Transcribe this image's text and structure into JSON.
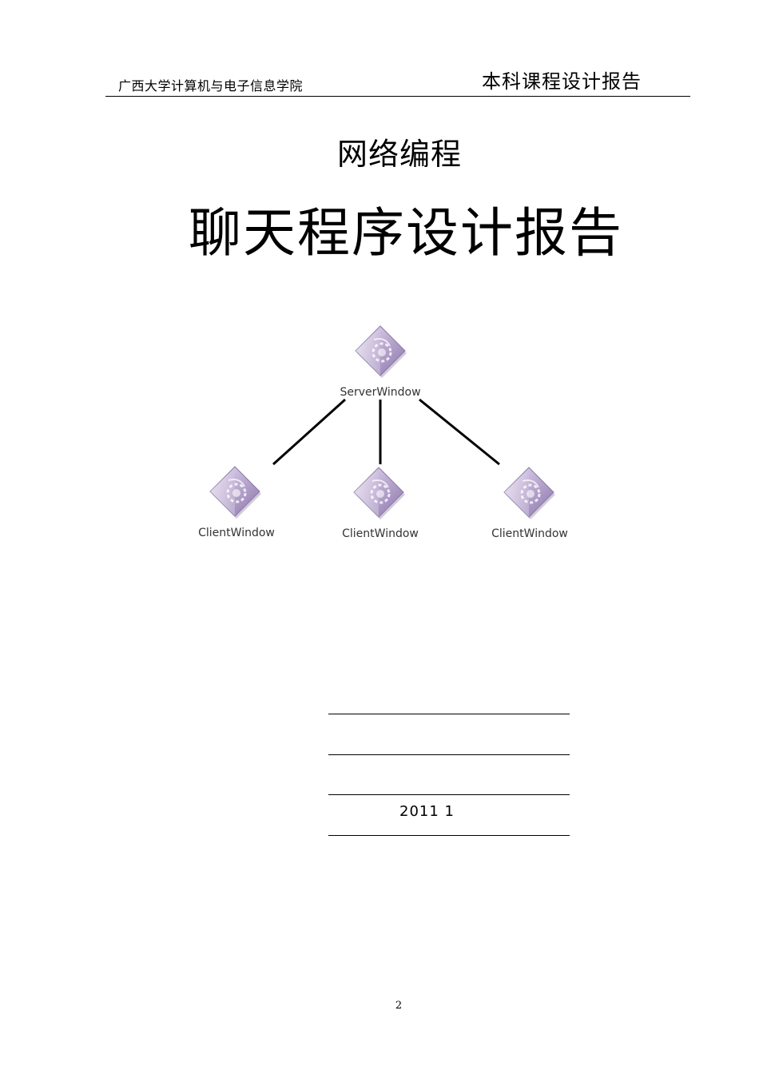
{
  "header": {
    "institution": "广西大学计算机与电子信息学院",
    "report_type": "本科课程设计报告"
  },
  "title": {
    "course": "网络编程",
    "main": "聊天程序设计报告"
  },
  "diagram": {
    "server": {
      "label": "ServerWindow",
      "icon": "app-diamond-icon"
    },
    "clients": [
      {
        "label": "ClientWindow",
        "icon": "app-diamond-icon"
      },
      {
        "label": "ClientWindow",
        "icon": "app-diamond-icon"
      },
      {
        "label": "ClientWindow",
        "icon": "app-diamond-icon"
      }
    ],
    "icon_color": "#b9a7cf"
  },
  "info": {
    "rows": [
      {
        "label": "",
        "value": ""
      },
      {
        "label": "",
        "value": ""
      },
      {
        "label": "",
        "value": ""
      },
      {
        "label": "",
        "value": "2011 1"
      }
    ]
  },
  "footer": {
    "page_number": "2"
  }
}
